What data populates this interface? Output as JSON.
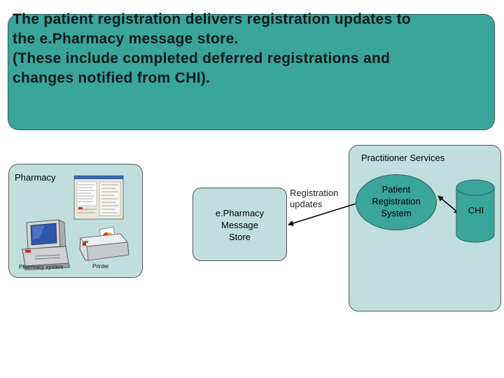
{
  "banner": {
    "lines": [
      "The patient registration delivers registration updates to",
      "the e.Pharmacy message store.",
      "(These include completed deferred registrations and",
      "changes notified from CHI)."
    ]
  },
  "practitioner_services": {
    "label": "Practitioner Services"
  },
  "pharmacy": {
    "label": "Pharmacy",
    "pharmacy_system_caption": "Pharmacy system",
    "printer_caption": "Printer"
  },
  "store": {
    "lines": [
      "e.Pharmacy",
      "Message",
      "Store"
    ]
  },
  "registration_updates": {
    "lines": [
      "Registration",
      "updates"
    ]
  },
  "prs": {
    "lines": [
      "Patient",
      "Registration",
      "System"
    ]
  },
  "chi": {
    "label": "CHI"
  },
  "colors": {
    "banner_fill": "#3aa59a",
    "panel_fill": "#bfdedd",
    "cylinder_fill": "#3aa59a"
  }
}
